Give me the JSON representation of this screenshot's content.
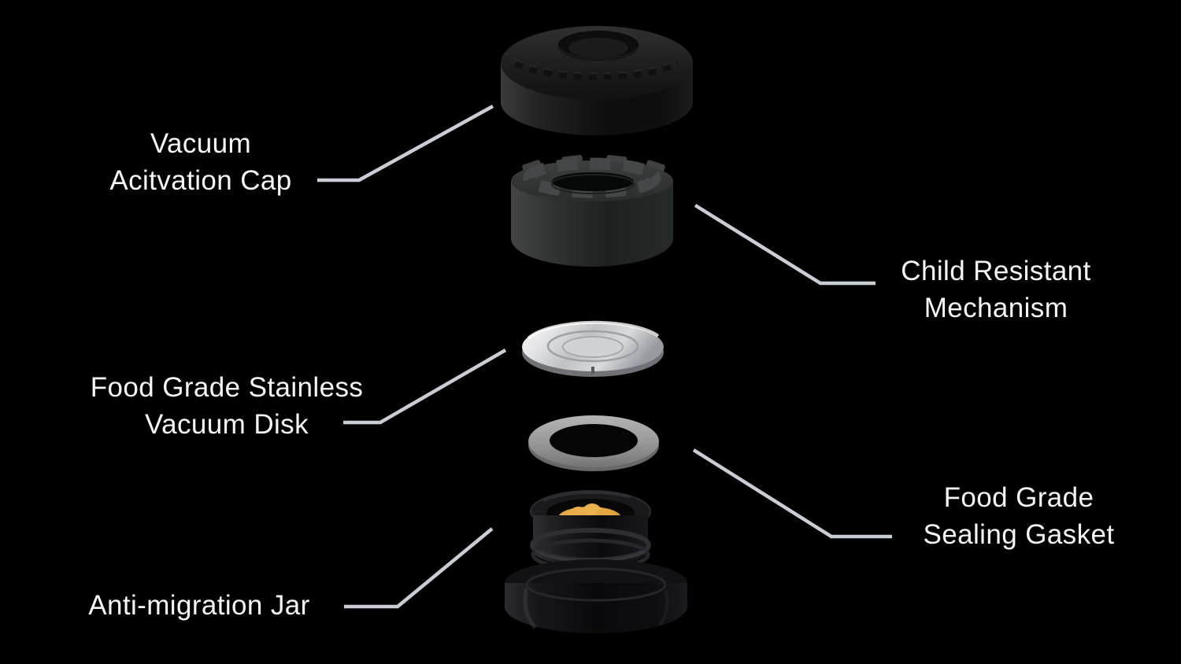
{
  "page": {
    "background_color": "#000000",
    "text_color": "#f5f5f5",
    "leader_line_color": "#c8cdd6"
  },
  "labels": {
    "cap": {
      "line1": "Vacuum",
      "line2": "Acitvation Cap"
    },
    "mechanism": {
      "line1": "Child Resistant",
      "line2": "Mechanism"
    },
    "disk": {
      "line1": "Food Grade Stainless",
      "line2": "Vacuum Disk"
    },
    "gasket": {
      "line1": "Food Grade",
      "line2": "Sealing Gasket"
    },
    "jar": {
      "line1": "Anti-migration Jar"
    }
  },
  "components": [
    {
      "id": "vacuum-activation-cap",
      "label": "Vacuum Acitvation Cap",
      "color": "#1a1a1a"
    },
    {
      "id": "child-resistant-mechanism",
      "label": "Child Resistant Mechanism",
      "color": "#2e3131"
    },
    {
      "id": "stainless-vacuum-disk",
      "label": "Food Grade Stainless Vacuum Disk",
      "color": "#d4d6d9"
    },
    {
      "id": "sealing-gasket",
      "label": "Food Grade Sealing Gasket",
      "color": "#9a9a9a"
    },
    {
      "id": "anti-migration-jar",
      "label": "Anti-migration Jar",
      "color": "#111113",
      "content_color": "#e2a23d"
    }
  ]
}
